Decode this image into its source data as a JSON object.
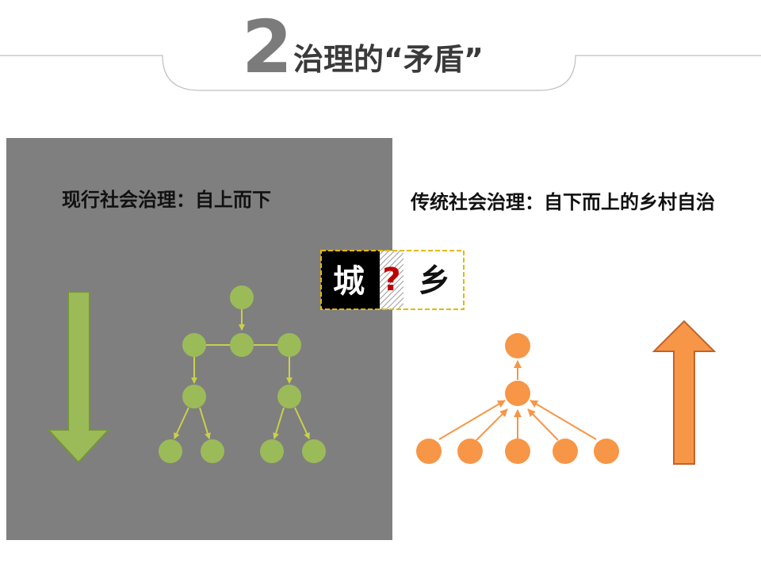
{
  "header": {
    "number": "2",
    "title": "治理的“矛盾”"
  },
  "left_panel": {
    "heading": "现行社会治理：自上而下"
  },
  "right_panel": {
    "heading": "传统社会治理：自下而上的乡村自治"
  },
  "contrast_badge": {
    "left": "城",
    "mark": "?",
    "right": "乡"
  },
  "colors": {
    "panel_gray": "#7f7f7f",
    "green": "#9bbb59",
    "green_arrow_line": "#c9d14a",
    "orange": "#f79646",
    "badge_border": "#e6b800",
    "question": "#c00000"
  }
}
